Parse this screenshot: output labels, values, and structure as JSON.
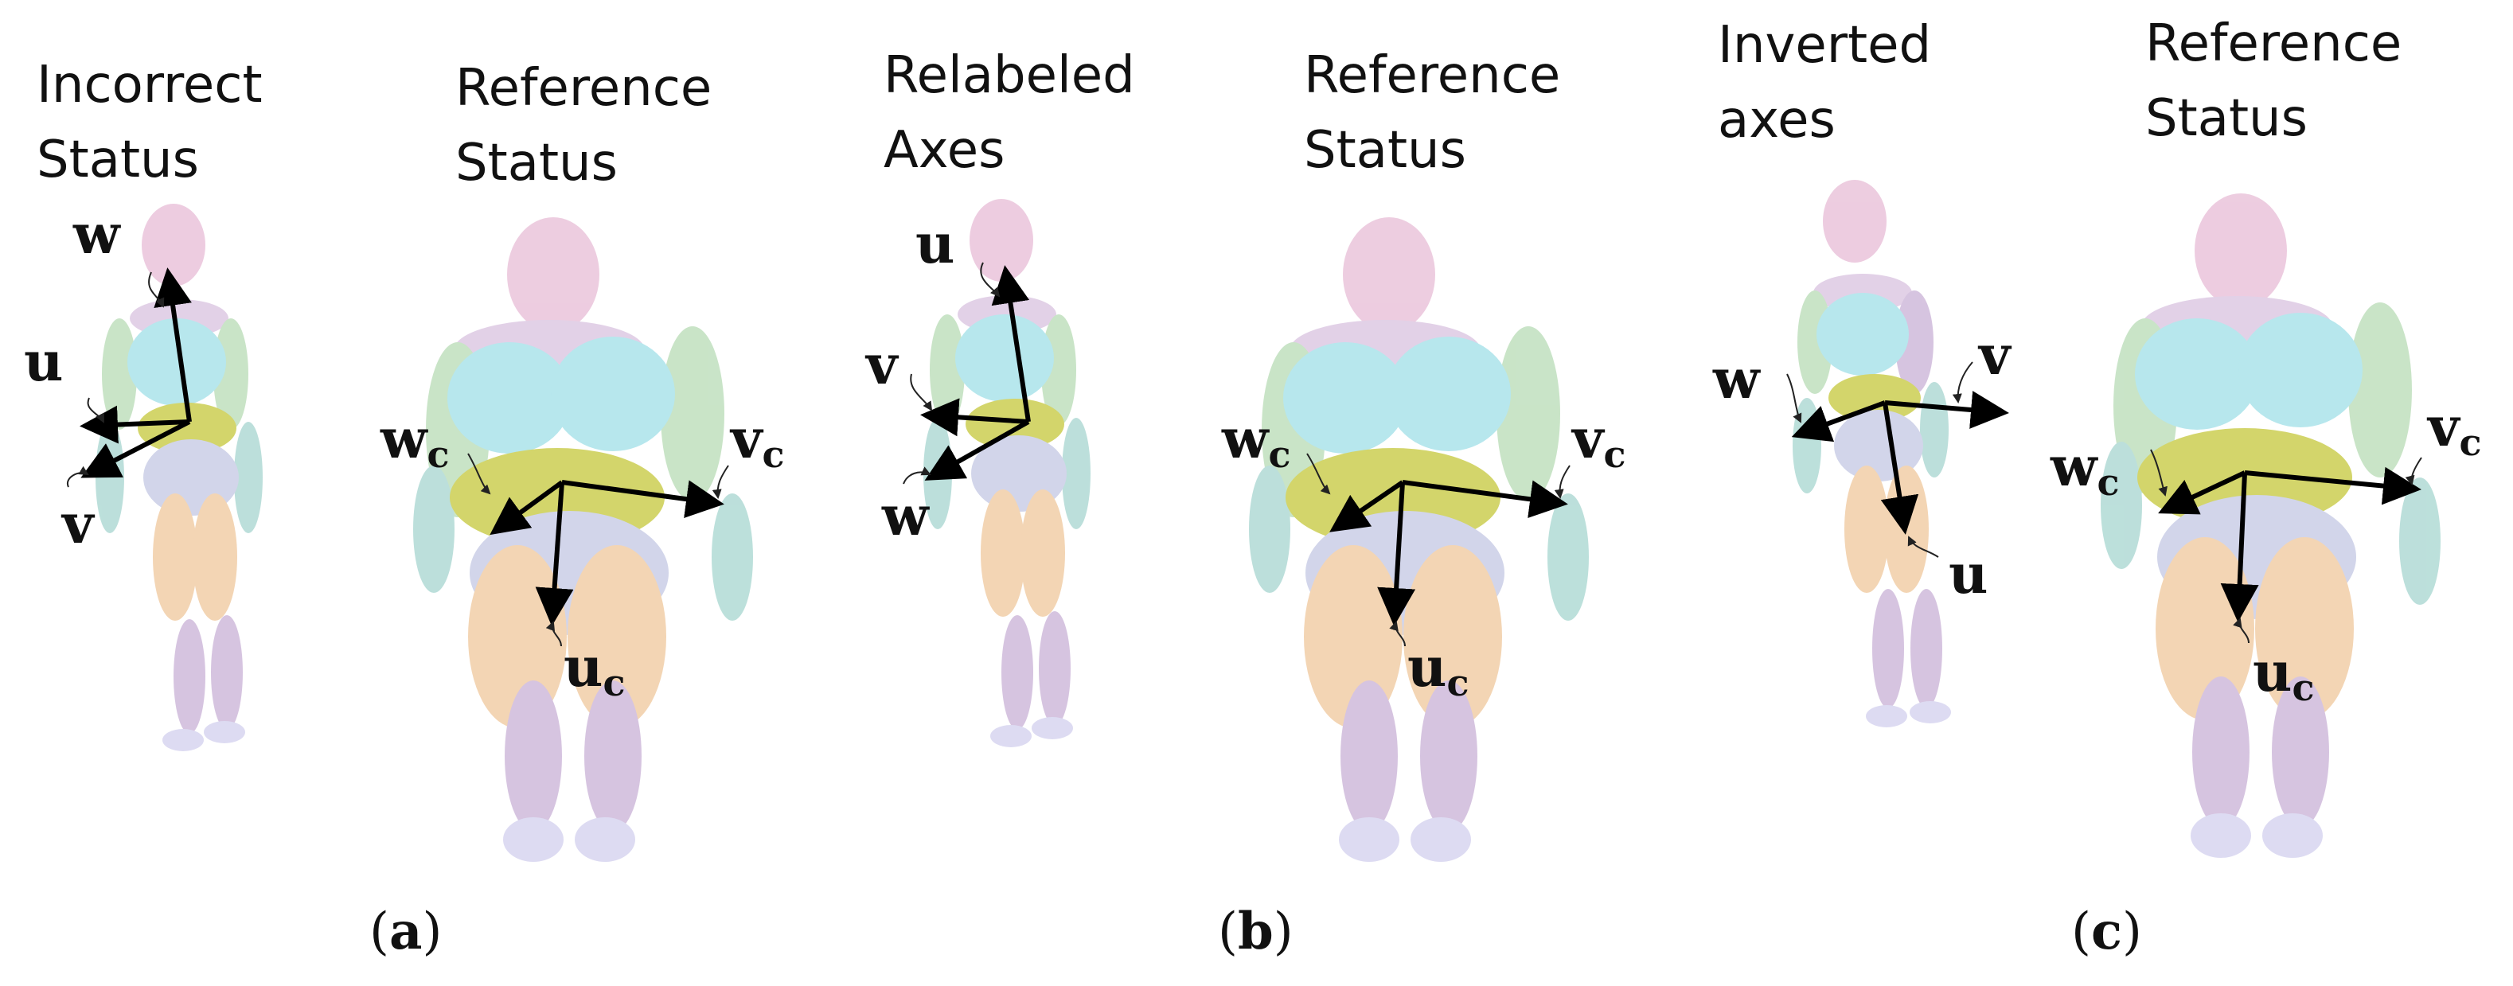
{
  "figures": [
    {
      "title": [
        "Incorrect",
        "Status"
      ],
      "axes": {
        "top": "w",
        "left_upper": "u",
        "left_lower": "v"
      }
    },
    {
      "title": [
        "Reference",
        "Status"
      ],
      "axes": {
        "left": "w",
        "left_sub": "c",
        "right": "v",
        "right_sub": "c",
        "down": "u",
        "down_sub": "c"
      }
    },
    {
      "title": [
        "Relabeled",
        "Axes"
      ],
      "axes": {
        "top": "u",
        "left_upper": "v",
        "left_lower": "w"
      }
    },
    {
      "title": [
        "Reference",
        "Status"
      ],
      "axes": {
        "left": "w",
        "left_sub": "c",
        "right": "v",
        "right_sub": "c",
        "down": "u",
        "down_sub": "c"
      }
    },
    {
      "title": [
        "Inverted",
        "axes"
      ],
      "axes": {
        "left": "w",
        "right": "v",
        "down": "u"
      }
    },
    {
      "title": [
        "Reference",
        "Status"
      ],
      "axes": {
        "left": "w",
        "left_sub": "c",
        "right": "v",
        "right_sub": "c",
        "down": "u",
        "down_sub": "c"
      }
    }
  ],
  "panel_labels": [
    "a",
    "b",
    "c"
  ],
  "colors": {
    "head": "#e7bcd6",
    "chest": "#9fdfe8",
    "abdomen": "#c5c73a",
    "pelvis": "#c3c8e3",
    "thigh": "#efc79c",
    "shin": "#c9b1d6",
    "foot": "#d2d0ee",
    "upper_arm": "#b7dbb5",
    "forearm": "#a6d5cf",
    "shoulder": "#d9c2e0"
  }
}
